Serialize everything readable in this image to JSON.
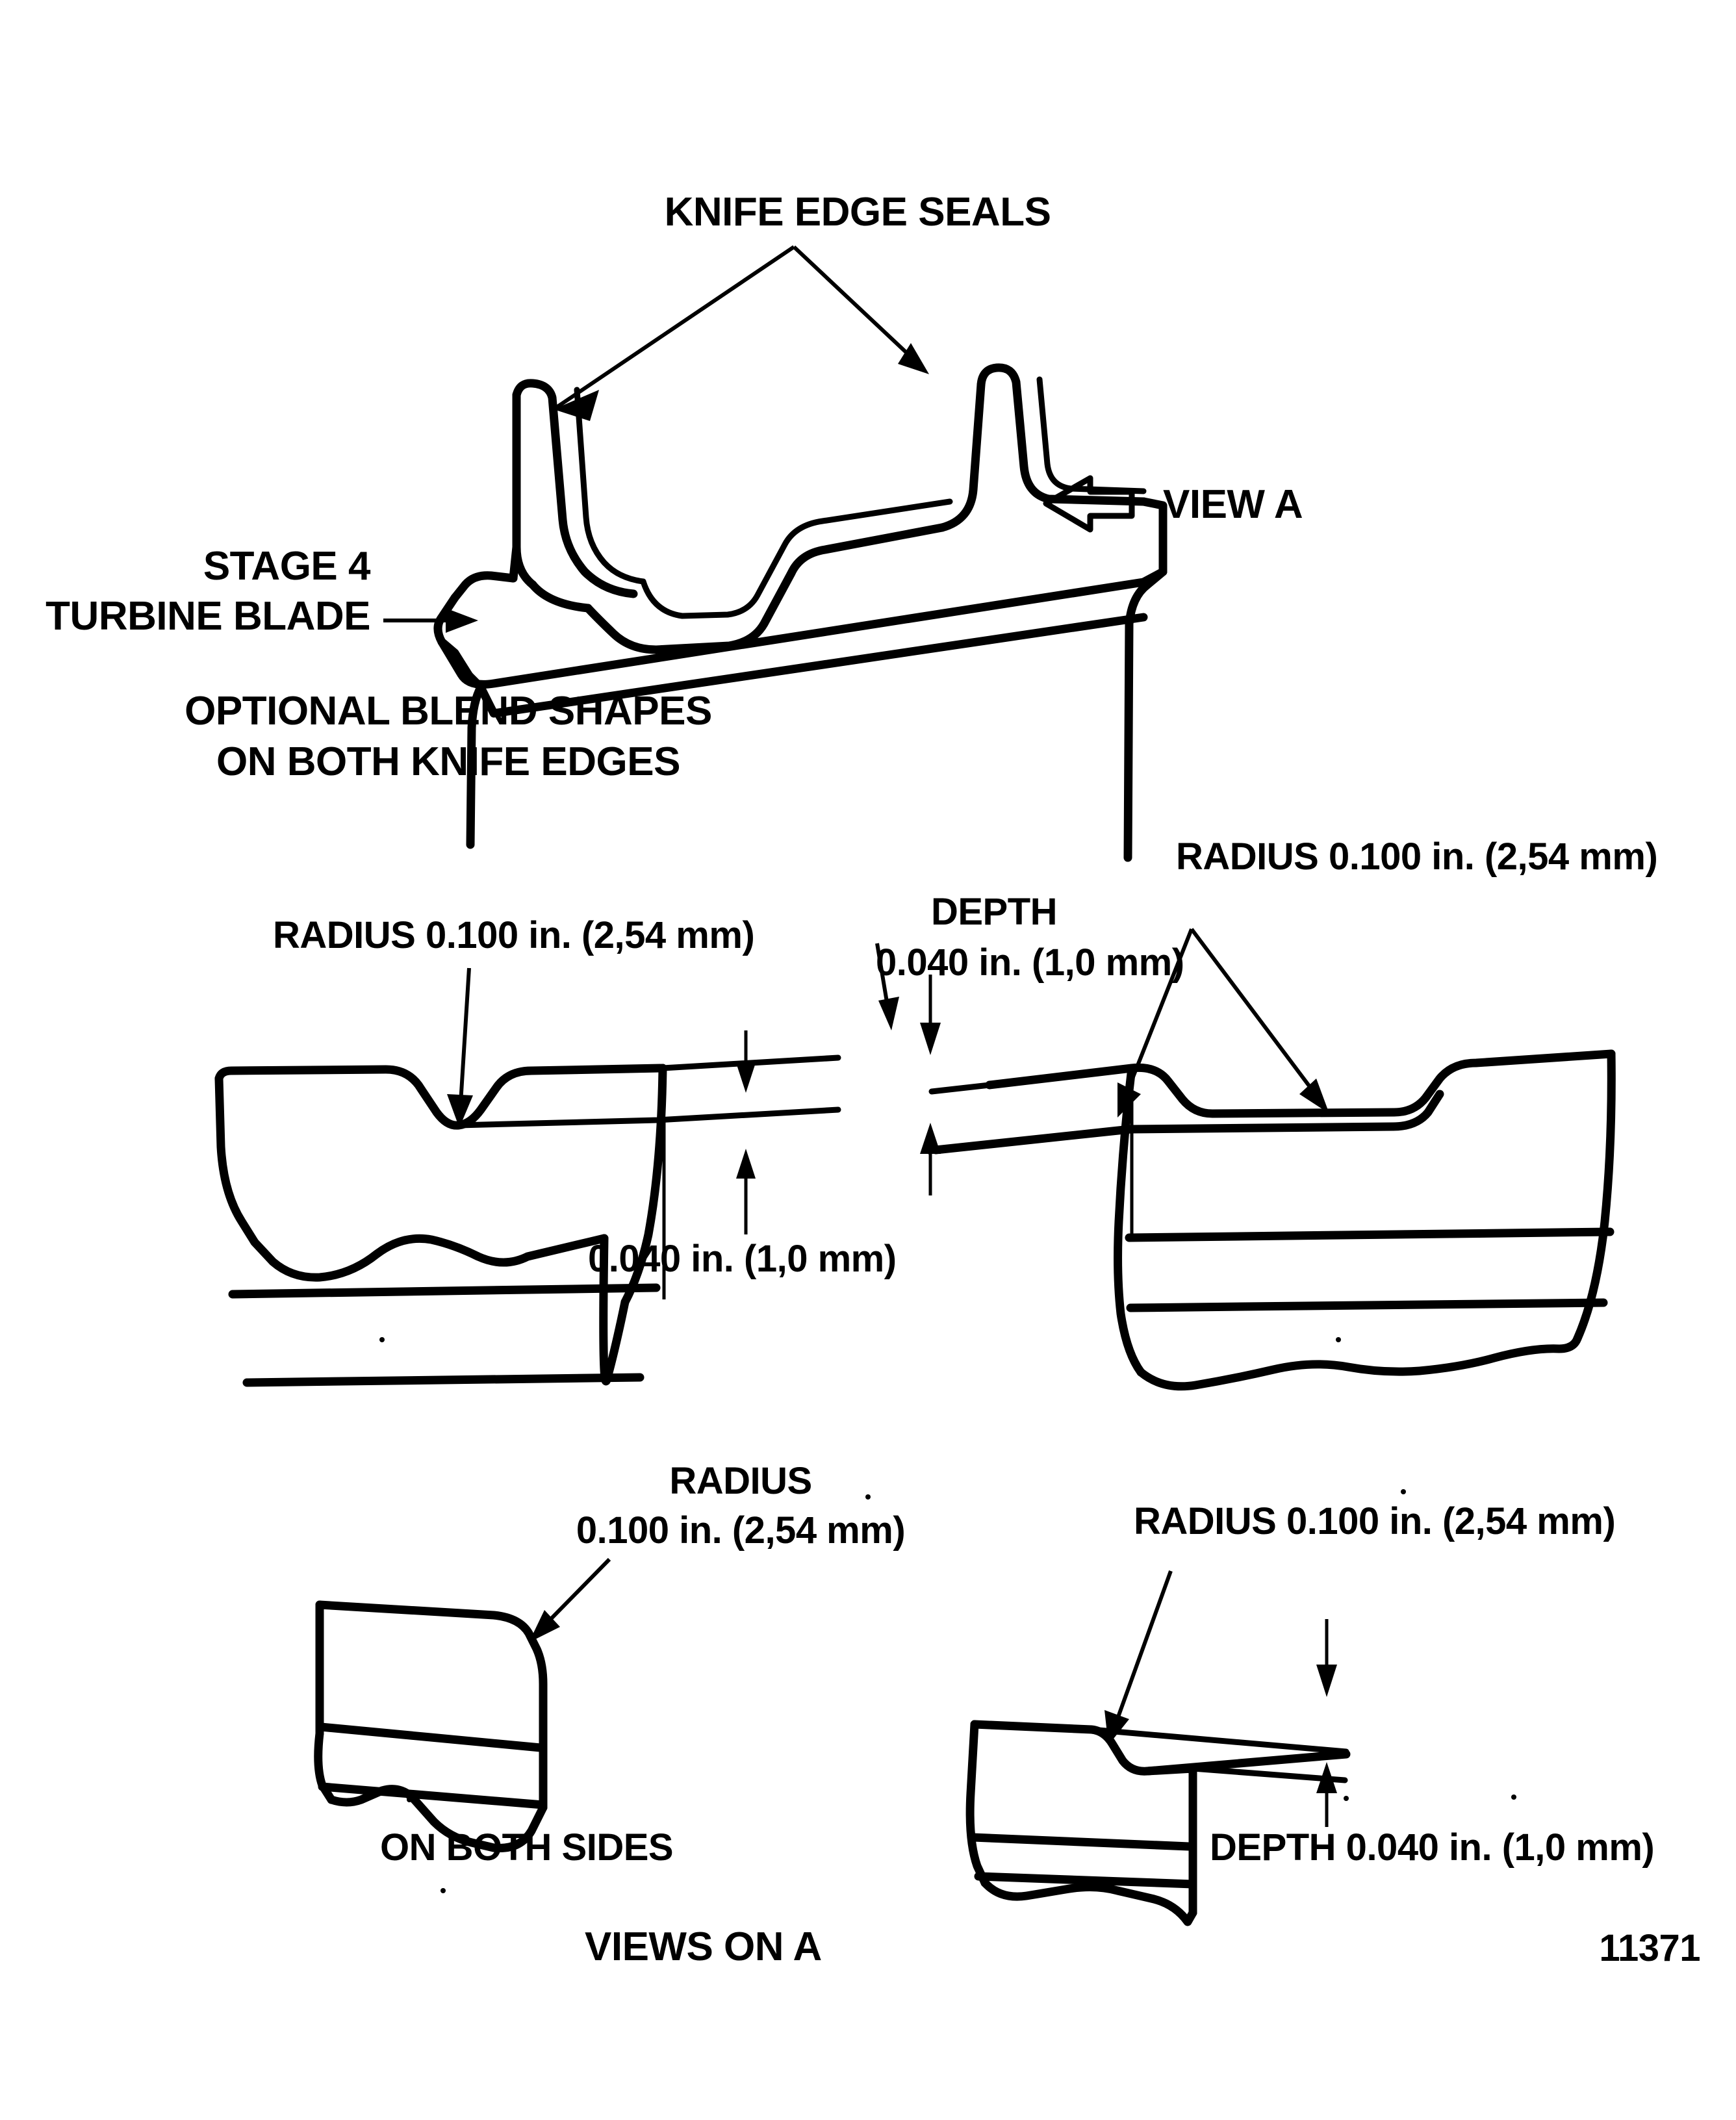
{
  "figure": {
    "id_number": "11371",
    "caption": "VIEWS ON A",
    "title_top": "KNIFE EDGE SEALS",
    "view_marker": "VIEW A",
    "blade_label_line1": "STAGE 4",
    "blade_label_line2": "TURBINE BLADE",
    "note_line1": "OPTIONAL BLEND SHAPES",
    "note_line2": "ON BOTH KNIFE EDGES",
    "ink_color": "#000000",
    "paper_color": "#ffffff"
  },
  "callouts": {
    "mid_left_radius": "RADIUS 0.100 in. (2,54 mm)",
    "mid_left_depth": "0.040 in. (1,0 mm)",
    "mid_right_depth_line1": "DEPTH",
    "mid_right_depth_line2": "0.040 in. (1,0 mm)",
    "mid_right_radius": "RADIUS 0.100 in. (2,54 mm)",
    "bot_left_radius_line1": "RADIUS",
    "bot_left_radius_line2": "0.100 in. (2,54 mm)",
    "bot_left_note": "ON BOTH SIDES",
    "bot_right_radius": "RADIUS 0.100 in. (2,54 mm)",
    "bot_right_depth": "DEPTH 0.040 in. (1,0 mm)"
  },
  "dimensions": {
    "radius_in": "0.100 in.",
    "radius_mm": "2,54 mm",
    "depth_in": "0.040 in.",
    "depth_mm": "1,0 mm"
  },
  "icons": {
    "view_arrow": "left-block-arrow",
    "leader_arrow": "arrowhead"
  }
}
